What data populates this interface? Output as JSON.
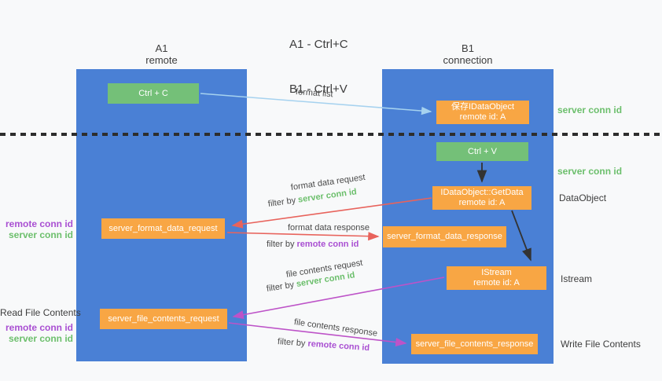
{
  "title": {
    "line1": "A1 - Ctrl+C",
    "line2": "B1 - Ctrl+V"
  },
  "lifelines": {
    "left": {
      "title": "A1",
      "subtitle": "remote"
    },
    "right": {
      "title": "B1",
      "subtitle": "connection"
    }
  },
  "nodes": {
    "ctrl_c": "Ctrl + C",
    "ctrl_v": "Ctrl + V",
    "save_dataobject_line1": "保存IDataObject",
    "save_dataobject_line2": "remote id: A",
    "getdata_line1": "IDataObject::GetData",
    "getdata_line2": "remote id: A",
    "istream_line1": "IStream",
    "istream_line2": "remote id: A",
    "format_request": "server_format_data_request",
    "format_response": "server_format_data_response",
    "file_request": "server_file_contents_request",
    "file_response": "server_file_contents_response"
  },
  "arrow_labels": {
    "format_list": "format list",
    "format_data_request": "format data request",
    "format_data_response": "format data response",
    "file_contents_request": "file contents request",
    "file_contents_response": "file contents response",
    "filter_by": "filter by ",
    "server_conn_id": "server conn id",
    "remote_conn_id": "remote conn id"
  },
  "side_labels": {
    "server_conn_id_top": "server conn id",
    "server_conn_id_mid": "server conn id",
    "dataobject": "DataObject",
    "istream": "Istream",
    "write_file_contents": "Write File Contents",
    "read_file_contents": "Read File Contents",
    "remote_conn_id_mid": "remote conn id",
    "server_conn_id_left_mid": "server conn id",
    "remote_conn_id_bottom": "remote conn id",
    "server_conn_id_left_bottom": "server conn id"
  },
  "colors": {
    "lifeline_blue": "#4a80d5",
    "box_green": "#74c078",
    "box_orange": "#f8a644",
    "arrow_red": "#e8635c",
    "arrow_purple": "#bd53c8",
    "arrow_lightblue": "#a6d2ef",
    "arrow_black": "#333333",
    "text_green": "#6cbf6c",
    "text_purple": "#a94fd2",
    "text_dark": "#3d3d3d",
    "background": "#f8f9fa"
  }
}
